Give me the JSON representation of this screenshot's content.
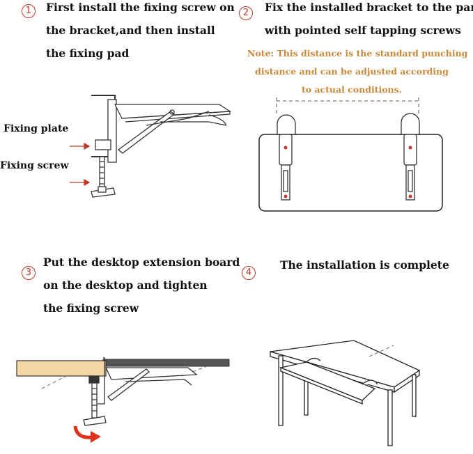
{
  "steps": [
    {
      "number": "1",
      "lines": [
        "First install the fixing screw on",
        "the bracket,and then install",
        "the fixing pad"
      ]
    },
    {
      "number": "2",
      "lines": [
        "Fix the installed bracket to the panel",
        "with pointed self tapping screws"
      ]
    },
    {
      "number": "3",
      "lines": [
        "Put the desktop extension board",
        "on the desktop and tighten",
        "the fixing screw"
      ]
    },
    {
      "number": "4",
      "lines": [
        "The installation is complete"
      ]
    }
  ],
  "note": {
    "lines": [
      "Note: This distance is the standard punching",
      "distance and can be adjusted according",
      "to actual conditions."
    ],
    "color": "#c8893a"
  },
  "labels": {
    "fixing_plate": "Fixing plate",
    "fixing_screw": "Fixing screw"
  },
  "colors": {
    "accent": "#c0392b",
    "wood": "#f5d7a6",
    "arrow": "#e0311c"
  }
}
